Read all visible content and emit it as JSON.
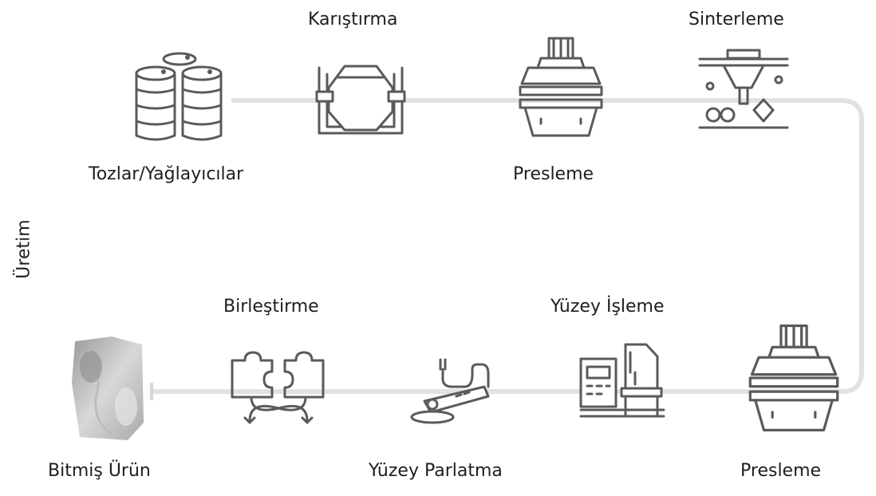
{
  "side_label": "Üretim",
  "steps": {
    "powders": "Tozlar/Yağlayıcılar",
    "mixing": "Karıştırma",
    "pressing_top": "Presleme",
    "sintering": "Sinterleme",
    "pressing_bottom": "Presleme",
    "machining": "Yüzey İşleme",
    "polishing": "Yüzey Parlatma",
    "assembly": "Birleştirme",
    "finished": "Bitmiş Ürün"
  },
  "icons": [
    "barrels-icon",
    "mixer-icon",
    "press-icon",
    "sintering-furnace-icon",
    "press-icon",
    "cnc-machine-icon",
    "polisher-icon",
    "puzzle-assembly-icon",
    "finished-part-icon"
  ],
  "colors": {
    "line": "#e2e2e2",
    "icon": "#5a5a5a",
    "text": "#1e1e1e"
  }
}
